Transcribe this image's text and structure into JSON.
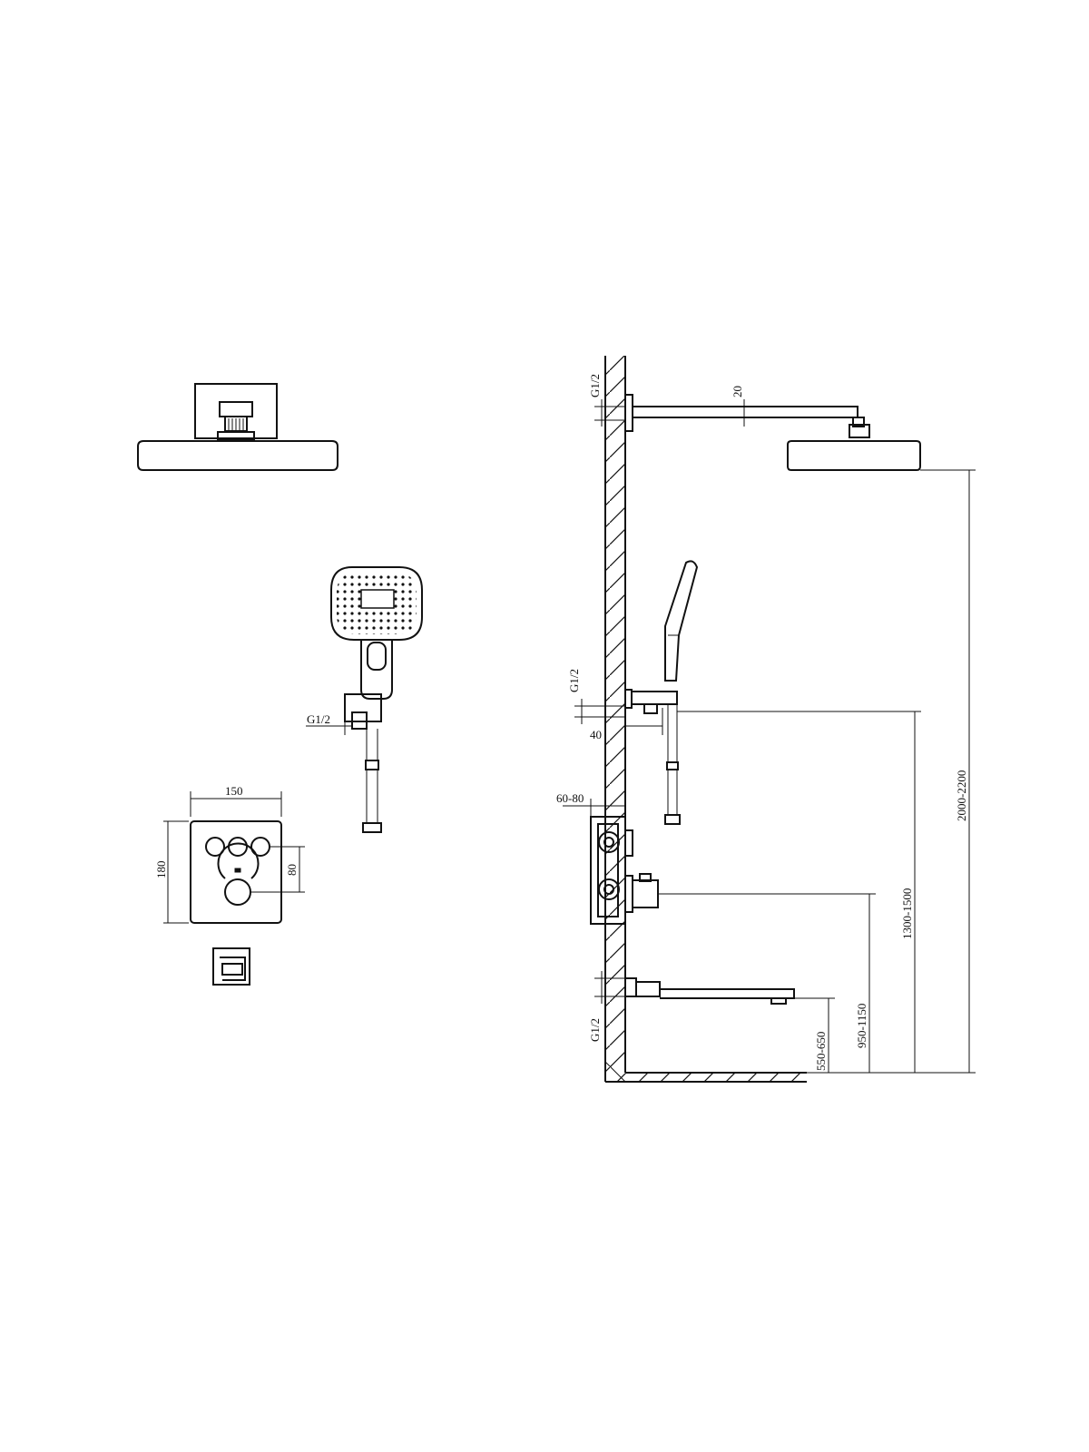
{
  "labels": {
    "head_top_thread": "G1/2",
    "arm_offset": "20",
    "hand_thread_left": "G1/2",
    "hand_thread_right": "G1/2",
    "hand_offset": "40",
    "valve_depth": "60-80",
    "panel_width": "150",
    "panel_height": "180",
    "button_offset": "80",
    "spout_thread": "G1/2",
    "spout_height": "550-650",
    "valve_height": "950-1150",
    "hand_height": "1300-1500",
    "head_height": "2000-2200"
  },
  "colors": {
    "line": "#111111",
    "background": "#ffffff"
  }
}
